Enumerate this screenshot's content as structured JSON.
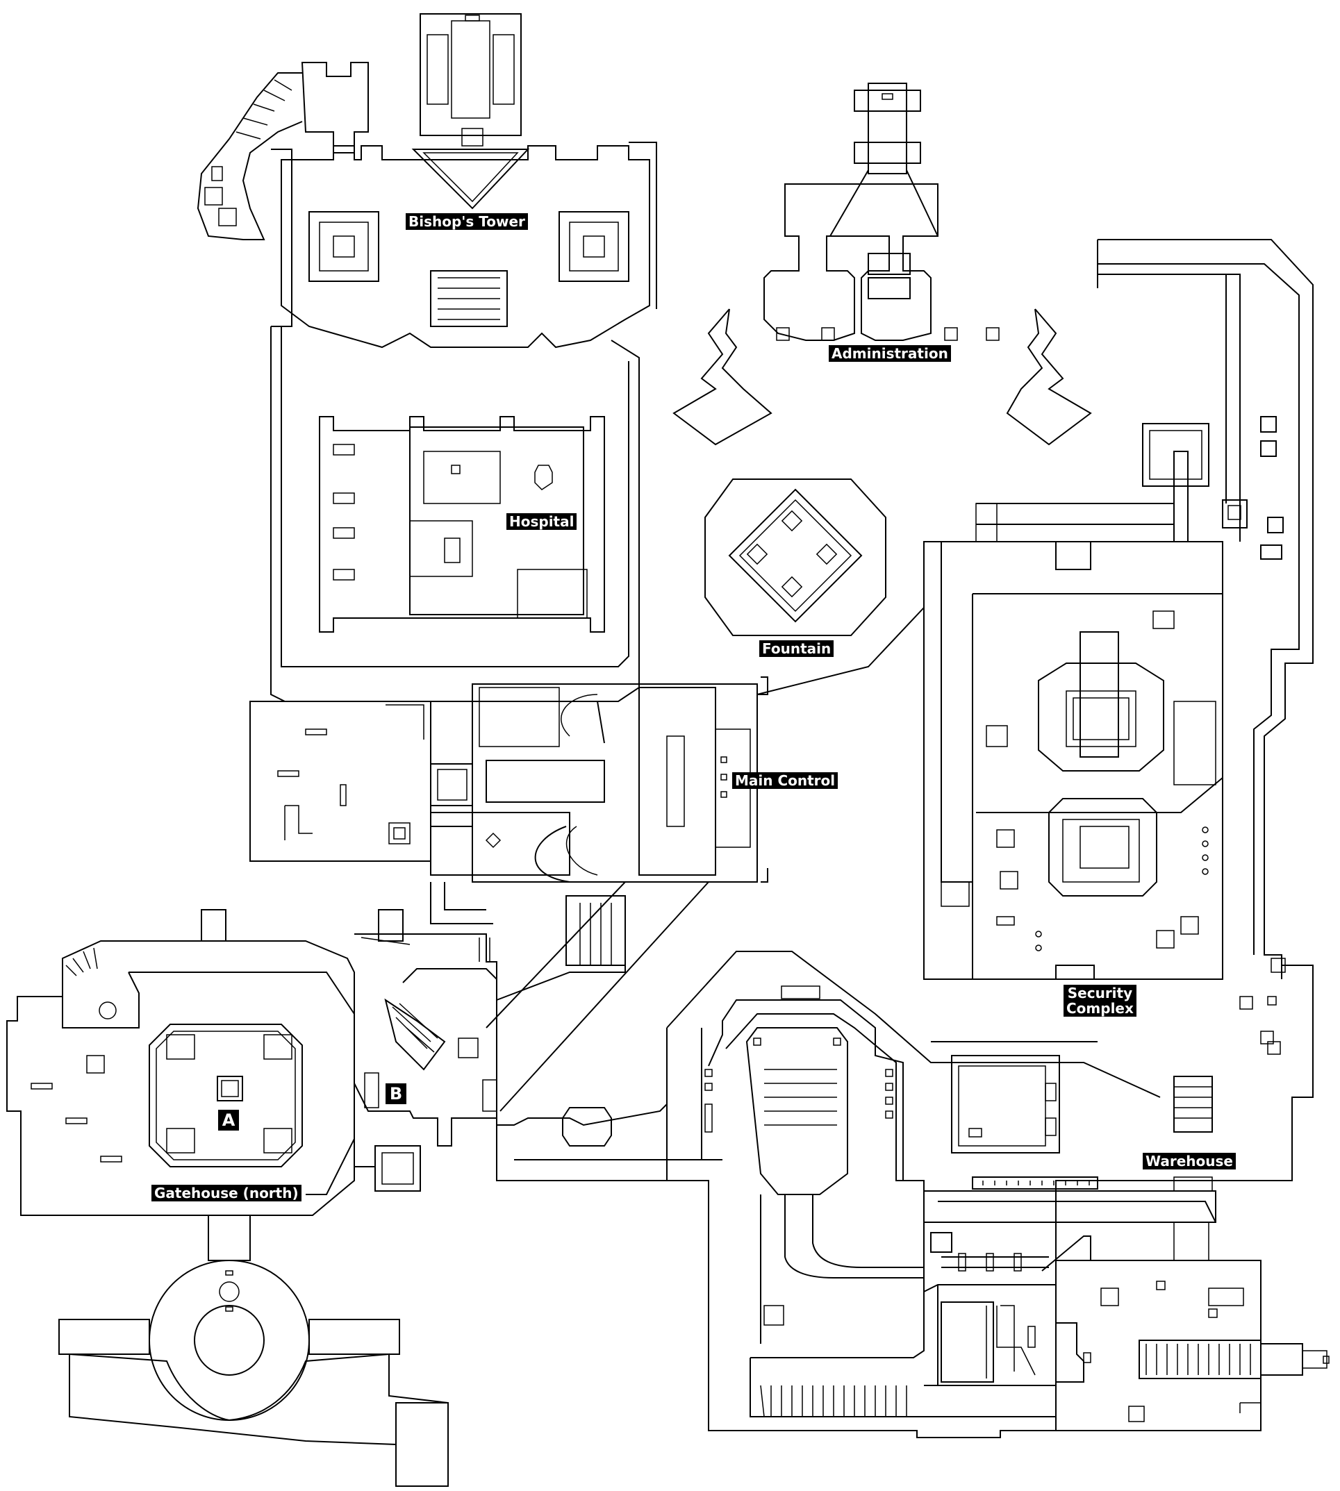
{
  "labels": {
    "bishops_tower": "Bishop's Tower",
    "administration": "Administration",
    "hospital": "Hospital",
    "fountain": "Fountain",
    "main_control": "Main Control",
    "security_complex": "Security\nComplex",
    "warehouse": "Warehouse",
    "gatehouse_north": "Gatehouse (north)"
  },
  "markers": {
    "a": "A",
    "b": "B"
  },
  "colors": {
    "walls": "#000000",
    "background": "#ffffff",
    "label_background": "#000000",
    "label_text": "#ffffff"
  }
}
